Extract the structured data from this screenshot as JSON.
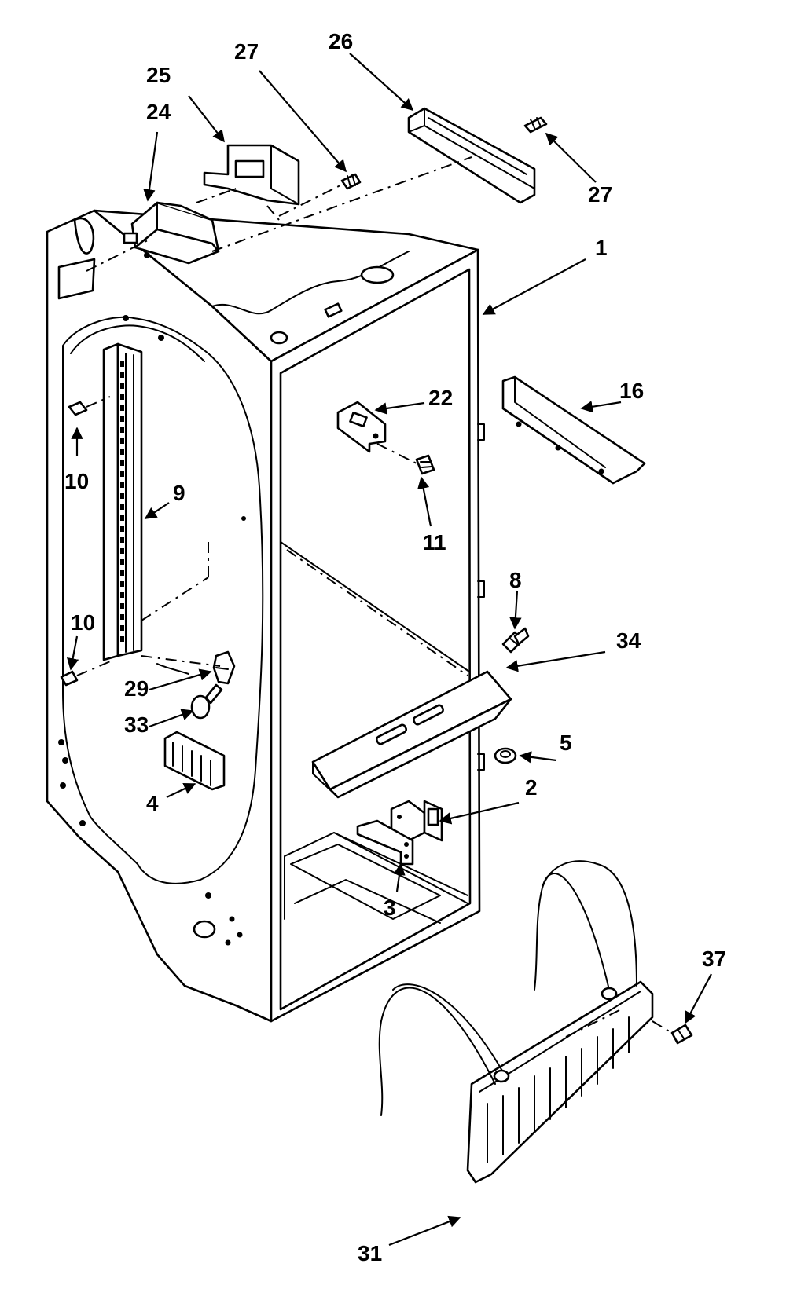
{
  "callouts": [
    {
      "id": "c1",
      "label": "1"
    },
    {
      "id": "c2",
      "label": "2"
    },
    {
      "id": "c3",
      "label": "3"
    },
    {
      "id": "c4",
      "label": "4"
    },
    {
      "id": "c5",
      "label": "5"
    },
    {
      "id": "c8",
      "label": "8"
    },
    {
      "id": "c9",
      "label": "9"
    },
    {
      "id": "c10a",
      "label": "10"
    },
    {
      "id": "c10b",
      "label": "10"
    },
    {
      "id": "c11",
      "label": "11"
    },
    {
      "id": "c16",
      "label": "16"
    },
    {
      "id": "c22",
      "label": "22"
    },
    {
      "id": "c24",
      "label": "24"
    },
    {
      "id": "c25",
      "label": "25"
    },
    {
      "id": "c26",
      "label": "26"
    },
    {
      "id": "c27a",
      "label": "27"
    },
    {
      "id": "c27b",
      "label": "27"
    },
    {
      "id": "c29",
      "label": "29"
    },
    {
      "id": "c31",
      "label": "31"
    },
    {
      "id": "c33",
      "label": "33"
    },
    {
      "id": "c34",
      "label": "34"
    },
    {
      "id": "c37",
      "label": "37"
    }
  ]
}
